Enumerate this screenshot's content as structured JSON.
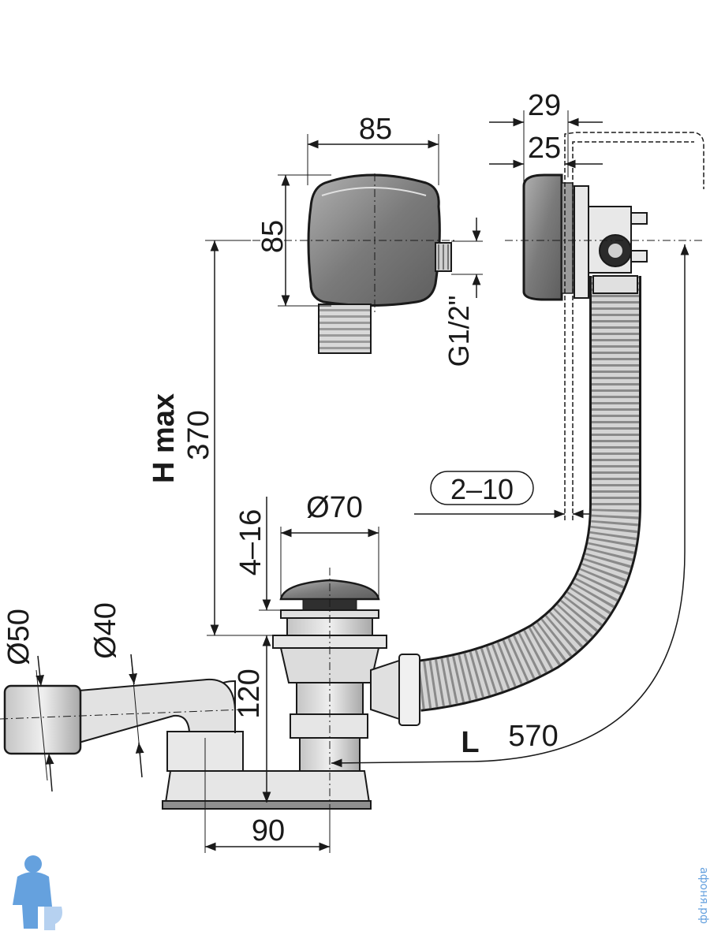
{
  "dimensions": {
    "overflow_width": "85",
    "overflow_height": "85",
    "thread_size": "G1/2\"",
    "rosette_width": "29",
    "rosette_depth": "25",
    "wall_thickness": "2–10",
    "h_max_label": "H max",
    "h_max_value": "370",
    "plug_diameter": "Ø70",
    "plug_adjust": "4–16",
    "trap_height": "120",
    "outlet_d50": "Ø50",
    "outlet_d40": "Ø40",
    "offset_90": "90",
    "length_label": "L",
    "length_value": "570"
  },
  "watermark": {
    "text": "афоня.рф",
    "icon": "plumber-icon",
    "color": "#4a90d9"
  },
  "colors": {
    "line": "#1a1a1a",
    "cap_fill": "#8c8c8c",
    "body_fill": "#d6d6d6",
    "hose_fill": "#bdbdbd",
    "dark_fill": "#333333"
  }
}
